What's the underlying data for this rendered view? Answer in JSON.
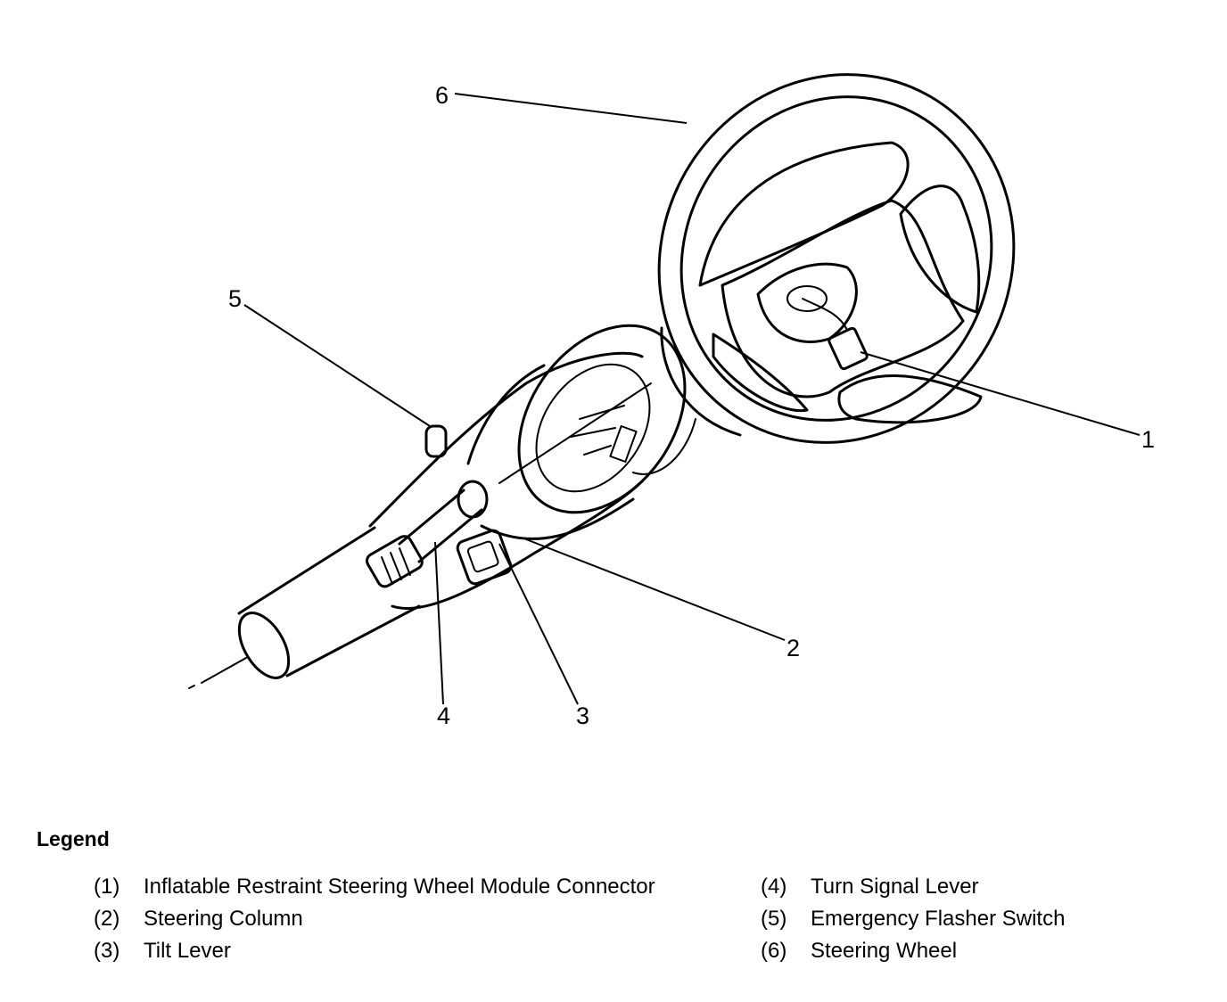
{
  "callouts": {
    "c1": "1",
    "c2": "2",
    "c3": "3",
    "c4": "4",
    "c5": "5",
    "c6": "6"
  },
  "legend": {
    "title": "Legend",
    "items": [
      {
        "num": "(1)",
        "text": "Inflatable Restraint Steering Wheel Module Connector"
      },
      {
        "num": "(2)",
        "text": "Steering Column"
      },
      {
        "num": "(3)",
        "text": "Tilt Lever"
      },
      {
        "num": "(4)",
        "text": "Turn Signal Lever"
      },
      {
        "num": "(5)",
        "text": "Emergency Flasher Switch"
      },
      {
        "num": "(6)",
        "text": "Steering Wheel"
      }
    ]
  }
}
